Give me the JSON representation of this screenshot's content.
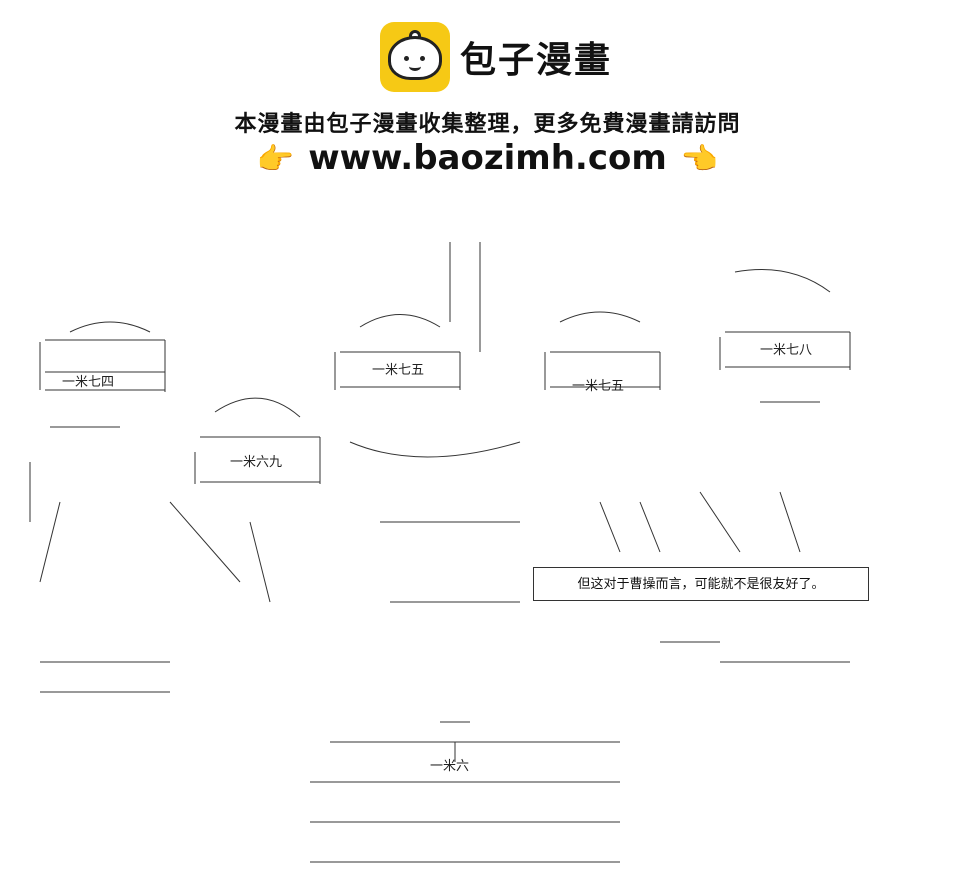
{
  "header": {
    "brand_name": "包子漫畫",
    "tagline": "本漫畫由包子漫畫收集整理，更多免費漫畫請訪問",
    "url": "www.baozimh.com",
    "left_pointer_icon": "pointing-right-hand",
    "right_pointer_icon": "pointing-left-hand",
    "logo_color": "#f6c915"
  },
  "art": {
    "name_tags": [
      "一米七四",
      "一米七五",
      "一米七五",
      "一米七八",
      "一米六九",
      "一米六"
    ],
    "caption": "但这对于曹操而言，可能就不是很友好了。"
  }
}
